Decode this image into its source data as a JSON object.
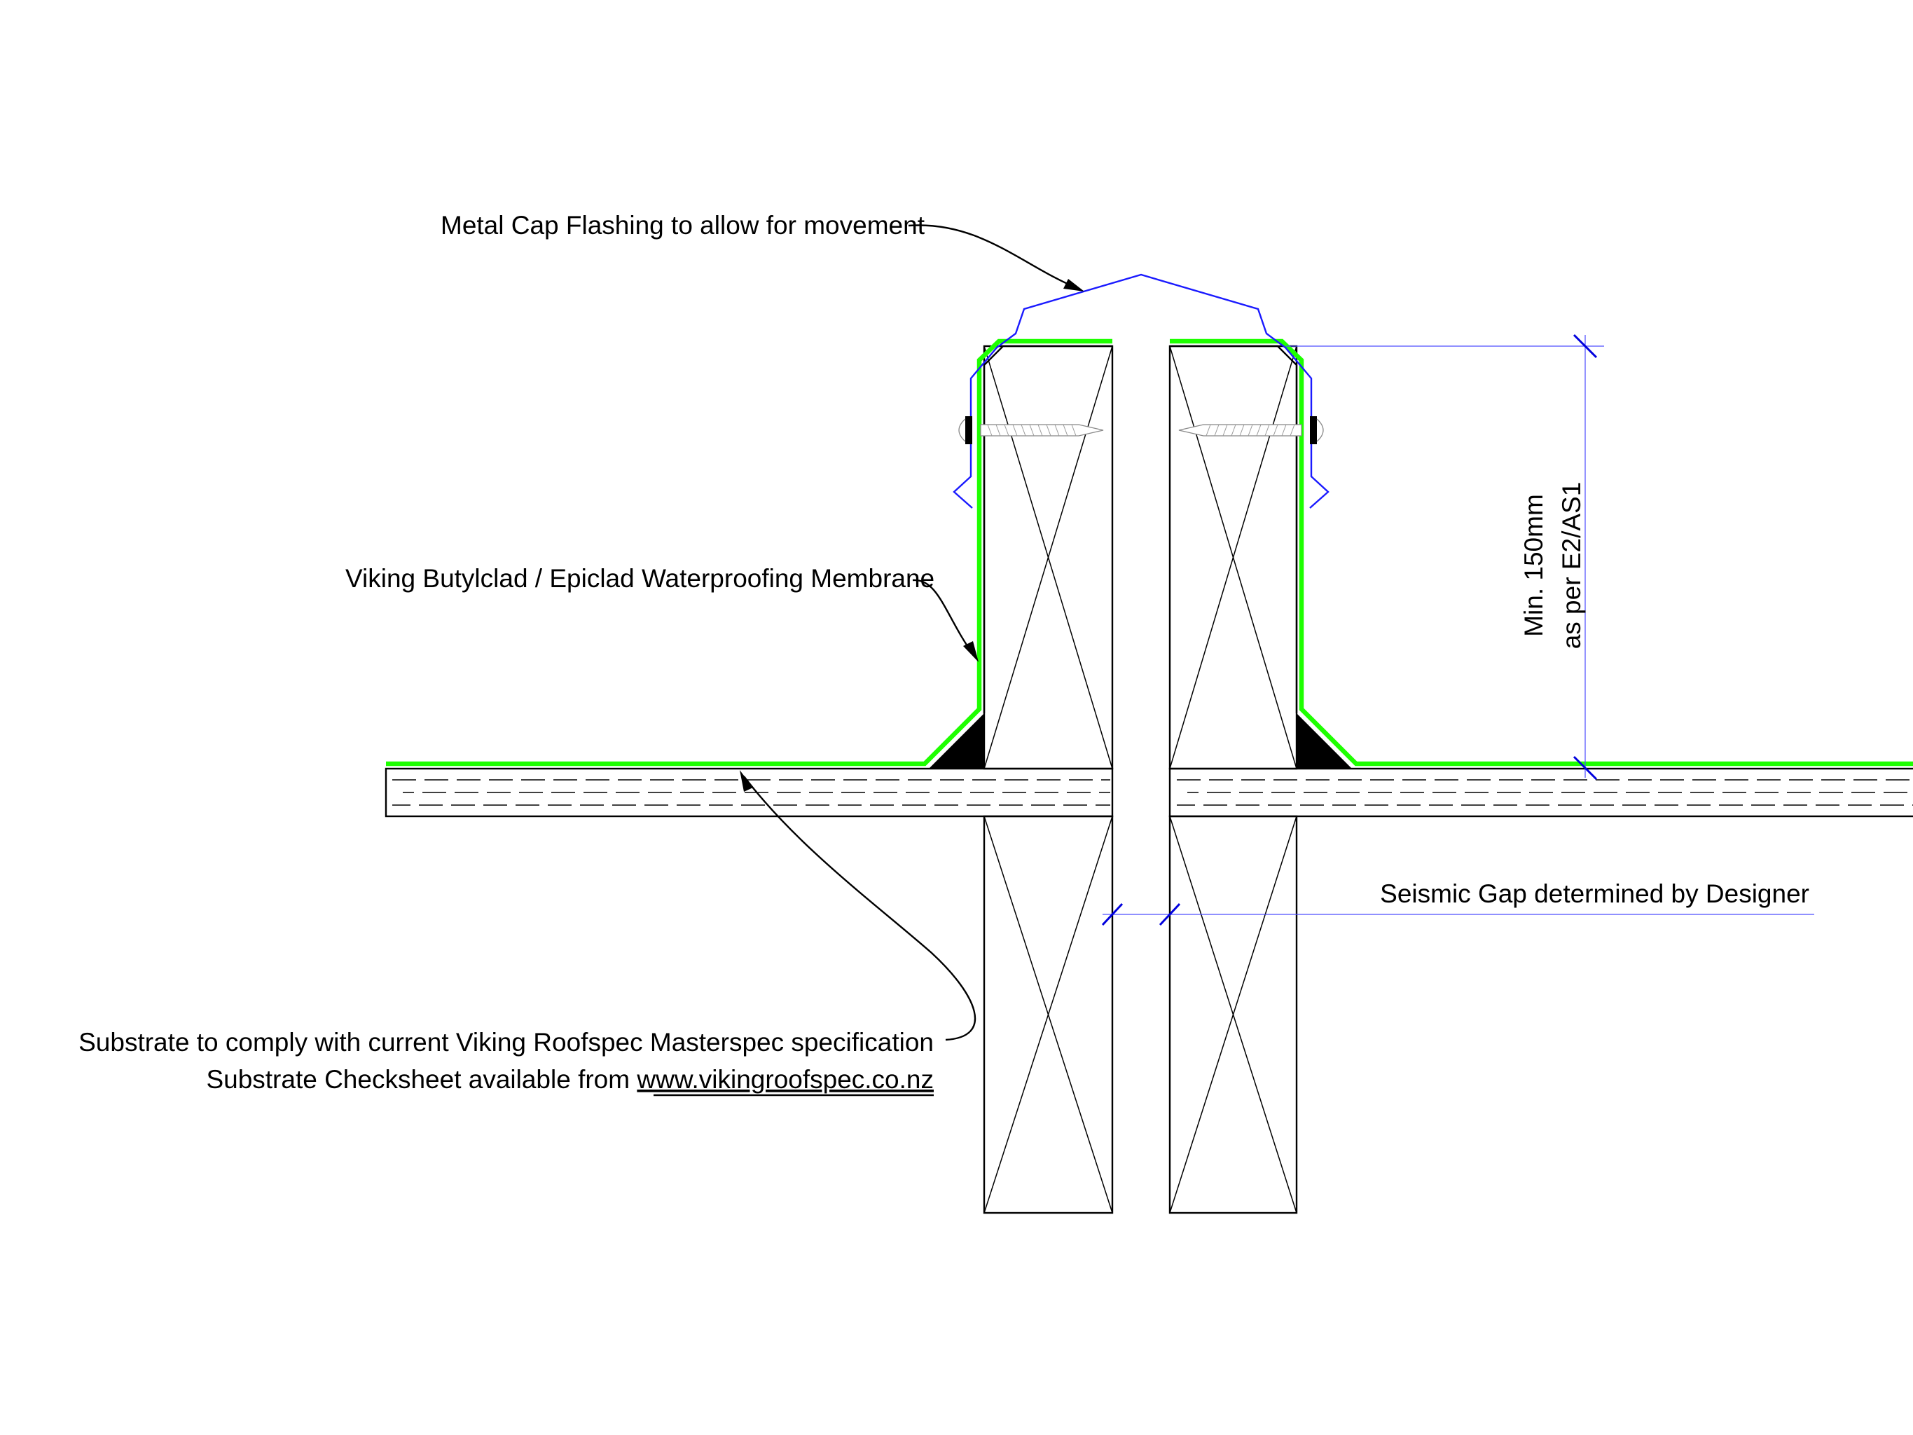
{
  "labels": {
    "cap_flashing": "Metal Cap Flashing to allow for movement",
    "membrane": "Viking Butylclad / Epiclad Waterproofing Membrane",
    "substrate_line1": "Substrate to comply with current Viking Roofspec Masterspec specification",
    "substrate_line2_prefix": "Substrate Checksheet available from ",
    "substrate_link": "www.vikingroofspec.co.nz",
    "seismic_gap": "Seismic Gap determined by Designer",
    "min_height_line1": "Min. 150mm",
    "min_height_line2": "as per E2/AS1"
  },
  "colors": {
    "membrane": "#1eff00",
    "cap_flashing": "#1a1aff",
    "dimension": "#4d4dff",
    "linework": "#000000"
  }
}
